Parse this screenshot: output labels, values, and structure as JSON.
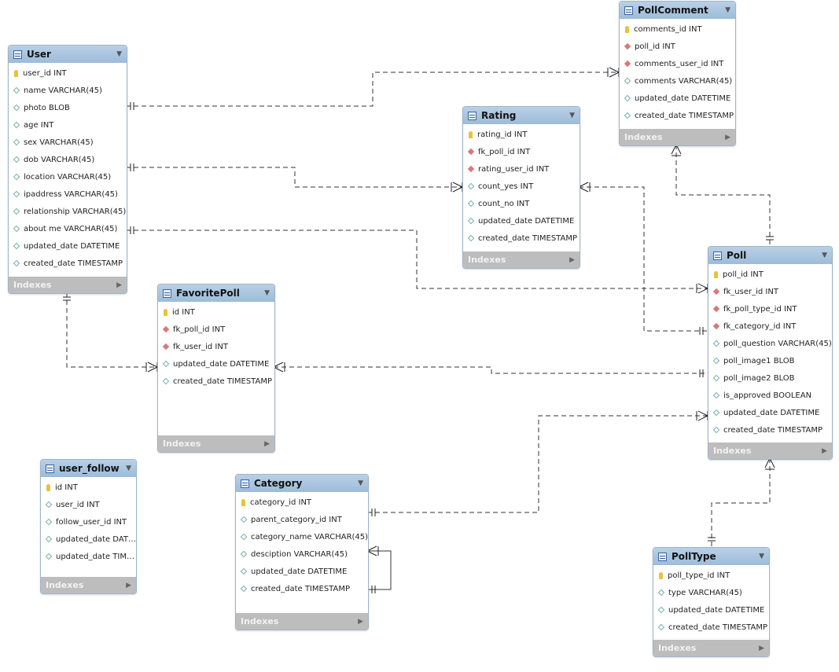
{
  "relationship_lines": "dashed",
  "index_label": "Indexes",
  "colors": {
    "header": "#9dbcd9",
    "index_bar": "#bdbdbd",
    "key": "#e8c33a",
    "fk": "#d77a7a"
  },
  "tables": {
    "user": {
      "title": "User",
      "columns": [
        {
          "text": "user_id INT",
          "kind": "pk"
        },
        {
          "text": "name VARCHAR(45)",
          "kind": "attr"
        },
        {
          "text": "photo BLOB",
          "kind": "attr"
        },
        {
          "text": "age INT",
          "kind": "attr"
        },
        {
          "text": "sex VARCHAR(45)",
          "kind": "attr"
        },
        {
          "text": "dob VARCHAR(45)",
          "kind": "attr"
        },
        {
          "text": "location VARCHAR(45)",
          "kind": "attr"
        },
        {
          "text": "ipaddress VARCHAR(45)",
          "kind": "attr"
        },
        {
          "text": "relationship VARCHAR(45)",
          "kind": "attr"
        },
        {
          "text": "about me VARCHAR(45)",
          "kind": "attr"
        },
        {
          "text": "updated_date DATETIME",
          "kind": "attr"
        },
        {
          "text": "created_date TIMESTAMP",
          "kind": "attr"
        }
      ]
    },
    "pollcomment": {
      "title": "PollComment",
      "columns": [
        {
          "text": "comments_id INT",
          "kind": "pk"
        },
        {
          "text": "poll_id INT",
          "kind": "fk"
        },
        {
          "text": "comments_user_id INT",
          "kind": "fk"
        },
        {
          "text": "comments VARCHAR(45)",
          "kind": "attr"
        },
        {
          "text": "updated_date DATETIME",
          "kind": "attr"
        },
        {
          "text": "created_date TIMESTAMP",
          "kind": "attr"
        }
      ]
    },
    "rating": {
      "title": "Rating",
      "columns": [
        {
          "text": "rating_id INT",
          "kind": "pk"
        },
        {
          "text": "fk_poll_id INT",
          "kind": "fk"
        },
        {
          "text": "rating_user_id INT",
          "kind": "fk"
        },
        {
          "text": "count_yes INT",
          "kind": "attr"
        },
        {
          "text": "count_no INT",
          "kind": "attr"
        },
        {
          "text": "updated_date DATETIME",
          "kind": "attr"
        },
        {
          "text": "created_date TIMESTAMP",
          "kind": "attr"
        }
      ]
    },
    "favoritepoll": {
      "title": "FavoritePoll",
      "columns": [
        {
          "text": "id INT",
          "kind": "pk"
        },
        {
          "text": "fk_poll_id INT",
          "kind": "fk"
        },
        {
          "text": "fk_user_id INT",
          "kind": "fk"
        },
        {
          "text": "updated_date DATETIME",
          "kind": "attr"
        },
        {
          "text": "created_date TIMESTAMP",
          "kind": "attr"
        }
      ]
    },
    "poll": {
      "title": "Poll",
      "columns": [
        {
          "text": "poll_id INT",
          "kind": "pk"
        },
        {
          "text": "fk_user_id INT",
          "kind": "fk"
        },
        {
          "text": "fk_poll_type_id INT",
          "kind": "fk"
        },
        {
          "text": "fk_category_id INT",
          "kind": "fk"
        },
        {
          "text": "poll_question VARCHAR(45)",
          "kind": "attr"
        },
        {
          "text": "poll_image1 BLOB",
          "kind": "attr"
        },
        {
          "text": "poll_image2 BLOB",
          "kind": "attr"
        },
        {
          "text": "is_approved BOOLEAN",
          "kind": "attr"
        },
        {
          "text": "updated_date DATETIME",
          "kind": "attr"
        },
        {
          "text": "created_date TIMESTAMP",
          "kind": "attr"
        }
      ]
    },
    "user_follow": {
      "title": "user_follow",
      "columns": [
        {
          "text": "id INT",
          "kind": "pk"
        },
        {
          "text": "user_id INT",
          "kind": "attr"
        },
        {
          "text": "follow_user_id INT",
          "kind": "attr"
        },
        {
          "text": "updated_date DAT…",
          "kind": "attr"
        },
        {
          "text": "updated_date TIM…",
          "kind": "attr"
        }
      ]
    },
    "category": {
      "title": "Category",
      "columns": [
        {
          "text": "category_id INT",
          "kind": "pk"
        },
        {
          "text": "parent_category_id INT",
          "kind": "attr"
        },
        {
          "text": "category_name VARCHAR(45)",
          "kind": "attr"
        },
        {
          "text": "desciption VARCHAR(45)",
          "kind": "attr"
        },
        {
          "text": "updated_date DATETIME",
          "kind": "attr"
        },
        {
          "text": "created_date TIMESTAMP",
          "kind": "attr"
        }
      ]
    },
    "polltype": {
      "title": "PollType",
      "columns": [
        {
          "text": "poll_type_id INT",
          "kind": "pk"
        },
        {
          "text": "type VARCHAR(45)",
          "kind": "attr"
        },
        {
          "text": "updated_date DATETIME",
          "kind": "attr"
        },
        {
          "text": "created_date TIMESTAMP",
          "kind": "attr"
        }
      ]
    }
  }
}
